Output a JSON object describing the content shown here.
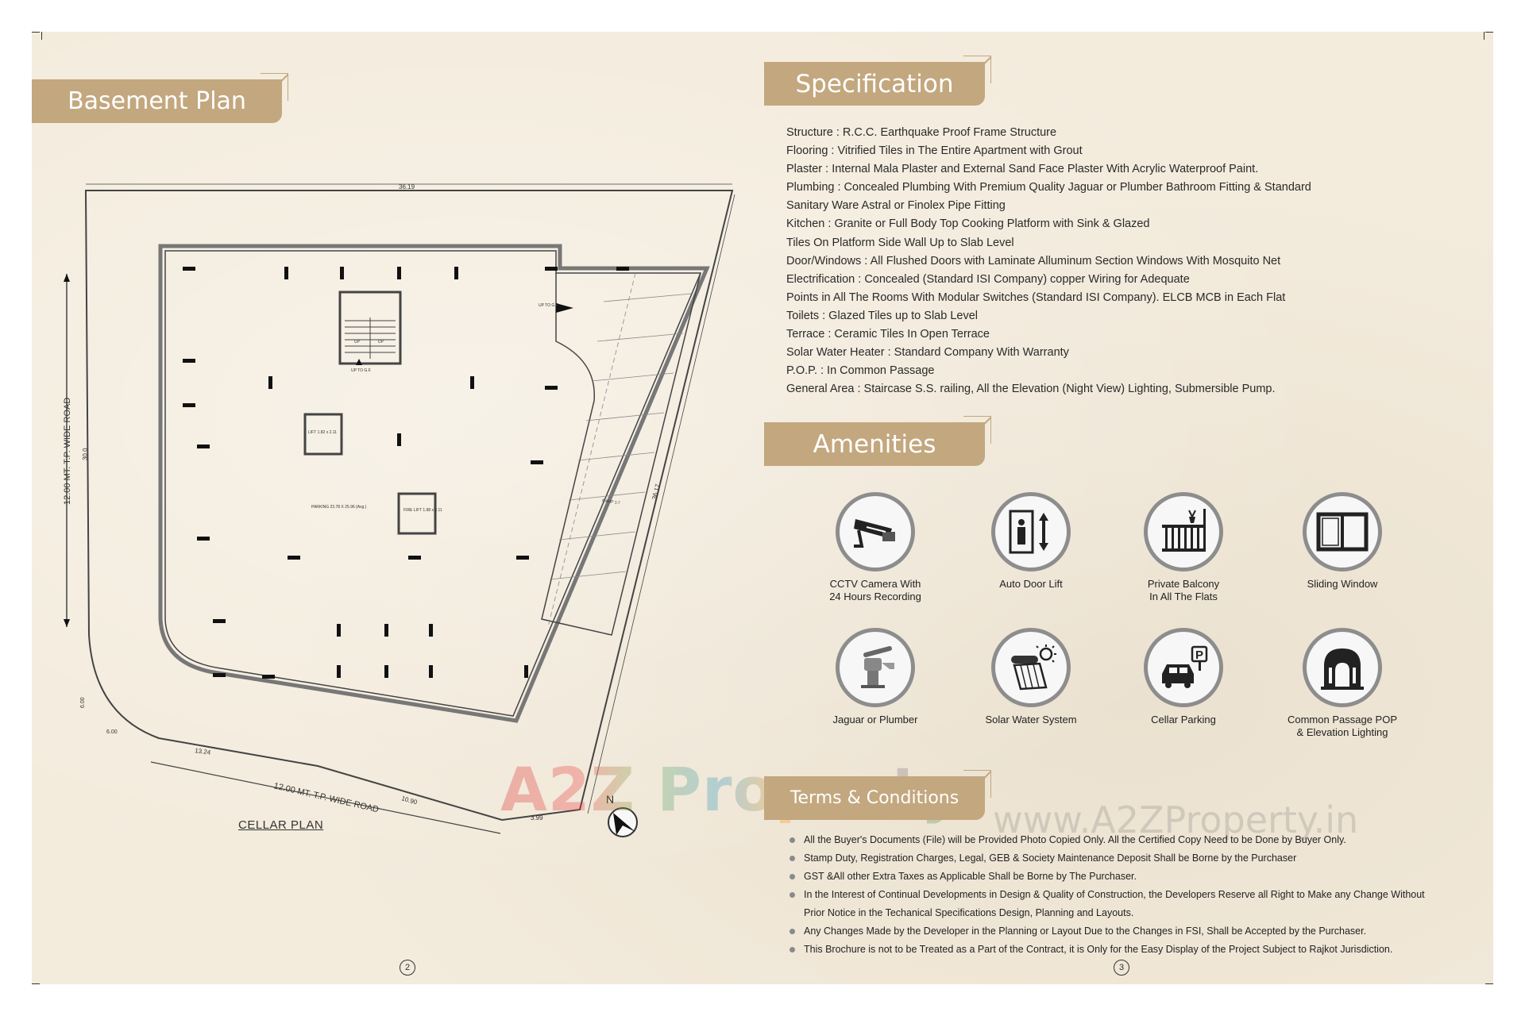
{
  "left_page": {
    "title": "Basement Plan",
    "plan_label": "CELLAR PLAN",
    "dimensions": {
      "top": "36.19",
      "left_side": "30.0",
      "right_side": "36.17",
      "bottom_segment_1": "13.24",
      "bottom_segment_2": "10.90",
      "bottom_segment_3": "3.99",
      "corner_a": "6.00",
      "corner_b": "6.00"
    },
    "road_label_left": "12.00 MT. T.P. WIDE ROAD",
    "road_label_bottom": "12.00 MT. T.P. WIDE ROAD",
    "room_labels": {
      "stair_left": "UP",
      "stair_right": "UP",
      "stair_bottom": "UP TO G.F.",
      "ramp_top": "UP TO G.F.",
      "lift": "LIFT 1.82 x 2.11",
      "parking": "PARKING 23.78 X 25.96 (Avg.)",
      "fire_lift": "FIRE LIFT 1.98 x 2.11",
      "ramp": "RAMP 1:7"
    },
    "compass_label": "N",
    "page_number": "2"
  },
  "right_page": {
    "specification_title": "Specification",
    "specifications": [
      "Structure : R.C.C. Earthquake Proof Frame Structure",
      "Flooring : Vitrified Tiles in The Entire Apartment with Grout",
      "Plaster : Internal Mala Plaster and External Sand Face Plaster With Acrylic Waterproof Paint.",
      "Plumbing : Concealed Plumbing With Premium Quality Jaguar or Plumber Bathroom Fitting & Standard",
      "Sanitary Ware Astral  or Finolex Pipe Fitting",
      "Kitchen : Granite or Full Body Top Cooking Platform with Sink & Glazed",
      " Tiles On Platform Side Wall Up to Slab Level",
      "Door/Windows : All Flushed Doors with Laminate Alluminum Section Windows With Mosquito Net",
      "Electrification : Concealed (Standard ISI Company) copper Wiring for Adequate",
      "Points in All The Rooms With Modular Switches (Standard ISI Company). ELCB MCB in Each Flat",
      "Toilets : Glazed Tiles up to Slab Level",
      "Terrace : Ceramic Tiles In Open Terrace",
      "Solar Water Heater : Standard Company With Warranty",
      "P.O.P. : In Common Passage",
      "General Area : Staircase S.S. railing, All the Elevation (Night View) Lighting, Submersible Pump."
    ],
    "amenities_title": "Amenities",
    "amenities": [
      {
        "label": "CCTV Camera With\n24 Hours Recording",
        "icon": "cctv-camera-icon"
      },
      {
        "label": "Auto Door Lift",
        "icon": "elevator-icon"
      },
      {
        "label": "Private Balcony\nIn All The Flats",
        "icon": "balcony-icon"
      },
      {
        "label": "Sliding Window",
        "icon": "sliding-window-icon"
      },
      {
        "label": "Jaguar or Plumber",
        "icon": "faucet-icon"
      },
      {
        "label": "Solar Water System",
        "icon": "solar-panel-icon"
      },
      {
        "label": "Cellar Parking",
        "icon": "parking-car-icon"
      },
      {
        "label": "Common Passage POP\n& Elevation Lighting",
        "icon": "arch-doorway-icon"
      }
    ],
    "terms_title": "Terms & Conditions",
    "terms": [
      "All the Buyer's Documents (File) will be Provided Photo Copied Only. All the Certified Copy Need to be Done by Buyer Only.",
      "Stamp Duty, Registration Charges, Legal, GEB & Society Maintenance Deposit Shall be Borne by the Purchaser",
      "GST &All other Extra Taxes as Applicable Shall be Borne by The Purchaser.",
      "In the Interest of Continual Developments in Design & Quality of Construction, the Developers Reserve all Right to Make any Change Without Prior Notice in the Techanical Specifications Design, Planning and Layouts.",
      "Any Changes Made by the Developer in the Planning or Layout Due to the Changes in FSI, Shall be Accepted by the Purchaser.",
      "This Brochure is not to be Treated as a Part of the Contract, it is Only for the Easy Display of the Project Subject to Rajkot Jurisdiction."
    ],
    "page_number": "3"
  },
  "watermark": {
    "brand": "A2Z Property",
    "url": "www.A2ZProperty.in"
  },
  "colors": {
    "paper": "#f3ebdc",
    "gold_tab": "#c3a77e",
    "icon_ring": "#8d8d8d",
    "text": "#2a2a2a"
  }
}
